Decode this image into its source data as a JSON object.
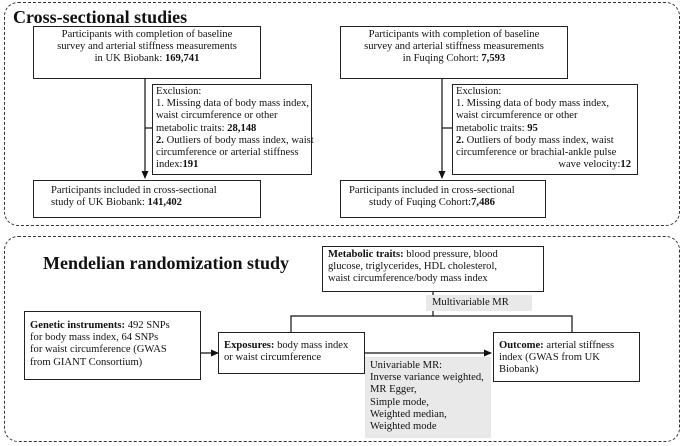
{
  "cross_sectional": {
    "title": "Cross-sectional studies",
    "uk_baseline": {
      "line1": "Participants with completion of baseline",
      "line2": "survey and arterial stiffness measurements",
      "line3_prefix": "in UK Biobank: ",
      "line3_bold": "169,741"
    },
    "uk_exclusion": {
      "head": "Exclusion:",
      "i1_l1": "1. Missing data of body mass index,",
      "i1_l2": "waist circumference or other",
      "i1_l3_prefix": "metabolic traits: ",
      "i1_l3_bold": "28,148",
      "i2_num": "2.",
      "i2_l1_rest": " Outliers of body mass index, waist",
      "i2_l2": "circumference or arterial stiffness",
      "i2_l3_prefix": "index:",
      "i2_l3_bold": "191"
    },
    "uk_included": {
      "line1": "Participants included in cross-sectional",
      "line2_prefix": "study of UK Biobank: ",
      "line2_bold": "141,402"
    },
    "fq_baseline": {
      "line1": "Participants with completion of baseline",
      "line2": "survey and arterial stiffness measurements",
      "line3_prefix": "in Fuqing Cohort: ",
      "line3_bold": "7,593"
    },
    "fq_exclusion": {
      "head": "Exclusion:",
      "i1_l1": "1. Missing data of body mass index,",
      "i1_l2": "waist circumference or other",
      "i1_l3_prefix": "metabolic traits: ",
      "i1_l3_bold": "95",
      "i2_num": "2.",
      "i2_l1_rest": " Outliers of body mass index, waist",
      "i2_l2": "circumference or brachial-ankle pulse",
      "i2_l3_prefix": "wave velocity:",
      "i2_l3_bold": "12"
    },
    "fq_included": {
      "line1": "Participants included in cross-sectional",
      "line2_prefix": "study of Fuqing Cohort:",
      "line2_bold": "7,486"
    }
  },
  "mendelian": {
    "title": "Mendelian randomization study",
    "metabolic": {
      "bold": "Metabolic traits:",
      "l1_rest": " blood pressure, blood",
      "l2": "glucose, triglycerides, HDL cholesterol,",
      "l3": "waist circumference/body mass index"
    },
    "multivariable_label": "Multivariable MR",
    "genetic": {
      "bold": "Genetic instruments:",
      "l1_rest": " 492 SNPs",
      "l2": "for body mass index, 64 SNPs",
      "l3": "for waist circumference (GWAS",
      "l4": "from GIANT Consortium)"
    },
    "exposures": {
      "bold": "Exposures:",
      "l1_rest": " body mass index",
      "l2": "or waist circumference"
    },
    "outcome": {
      "bold": "Outcome:",
      "l1_rest": " arterial stiffness",
      "l2": "index (GWAS from UK",
      "l3": "Biobank)"
    },
    "univariable": {
      "head": "Univariable MR:",
      "m1": "Inverse variance weighted,",
      "m2": "MR Egger,",
      "m3": "Simple mode,",
      "m4": "Weighted median,",
      "m5": "Weighted mode"
    }
  }
}
